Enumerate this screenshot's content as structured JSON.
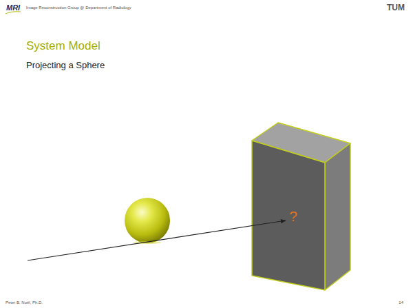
{
  "diagram": {
    "title": "System Model",
    "nodes": [
      {
        "text": [
          "?"
        ]
      }
    ],
    "labels": [
      "MRI",
      "Image Reconstruction Group @ Department of Radiology",
      "TUM",
      "Projecting a Sphere",
      "Peter B. Noël, Ph.D.",
      "14"
    ]
  }
}
